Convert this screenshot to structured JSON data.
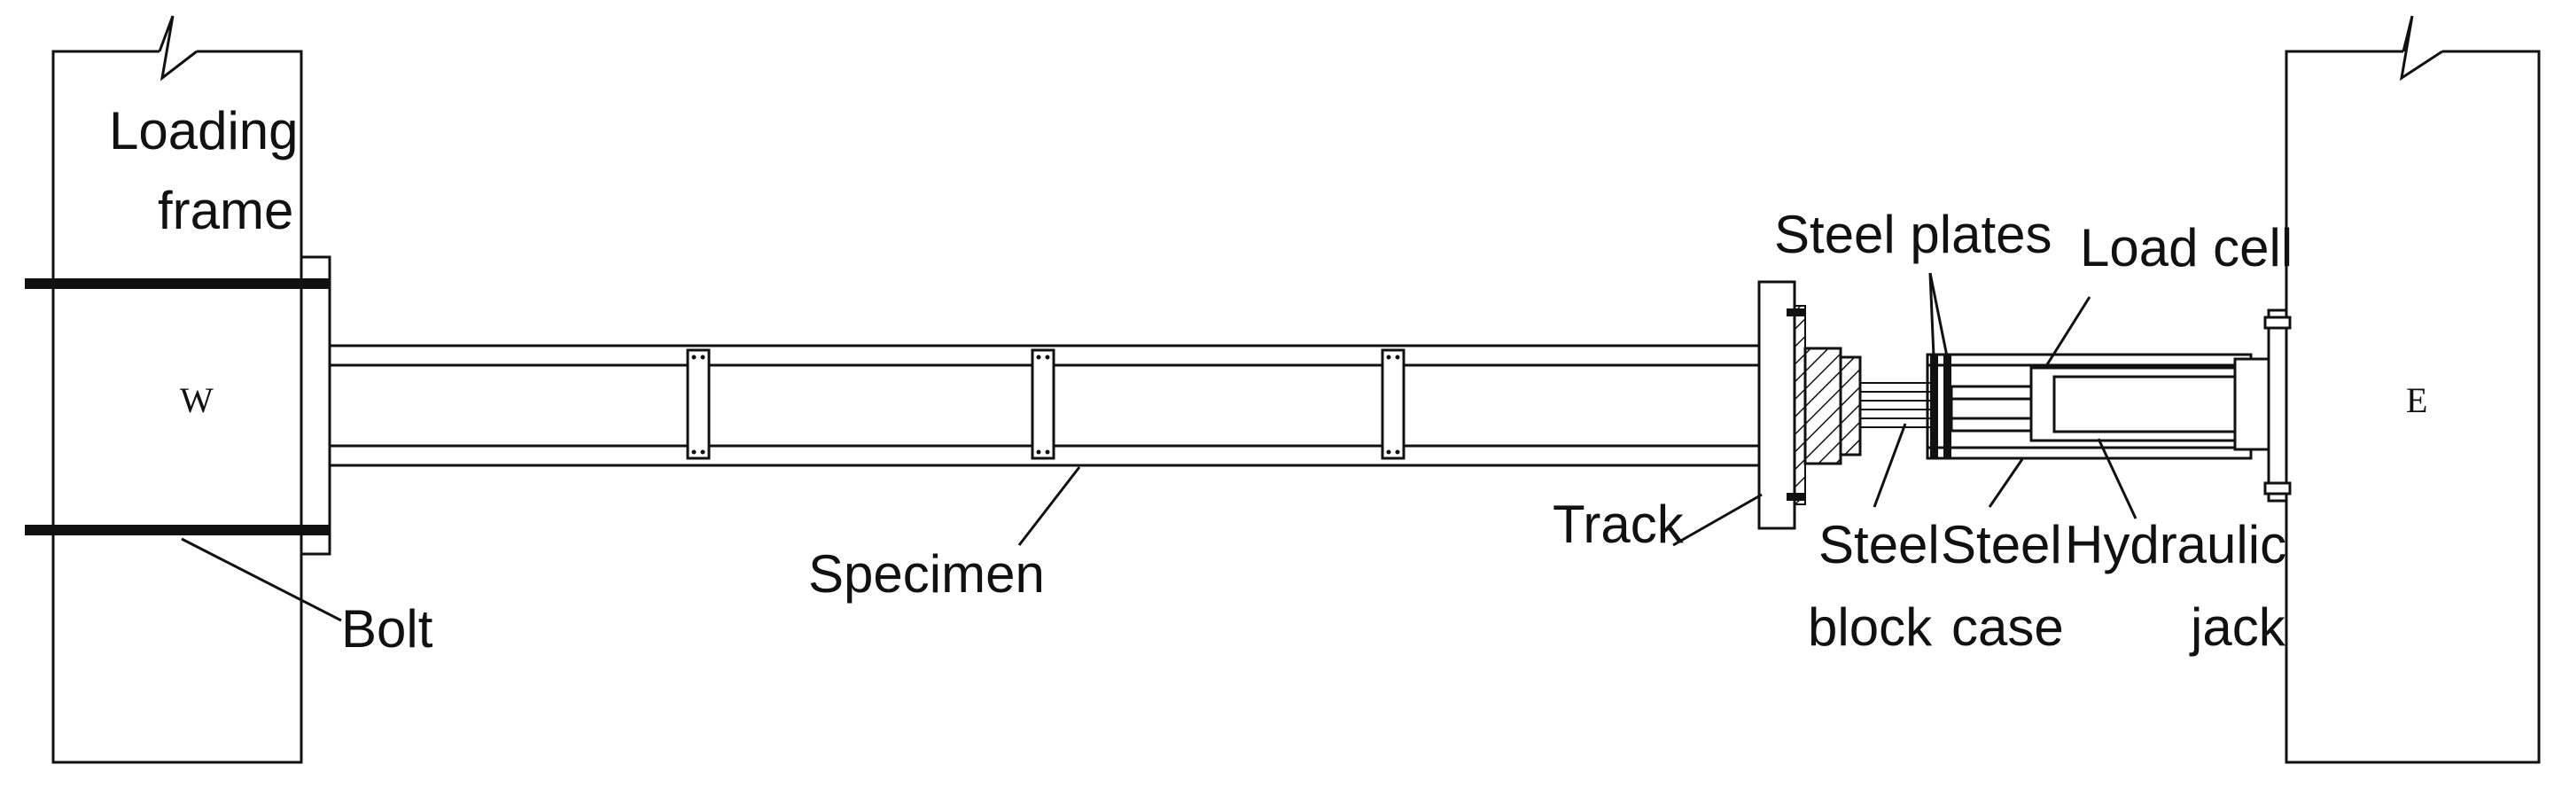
{
  "labels": {
    "loading_frame_line1": "Loading",
    "loading_frame_line2": "frame",
    "west": "W",
    "east": "E",
    "bolt": "Bolt",
    "specimen": "Specimen",
    "track": "Track",
    "steel_plates": "Steel plates",
    "load_cell": "Load cell",
    "steel_block_line1": "Steel",
    "steel_block_line2": "block",
    "steel_case_line1": "Steel",
    "steel_case_line2": "case",
    "hydraulic_jack_line1": "Hydraulic",
    "hydraulic_jack_line2": "jack"
  },
  "colors": {
    "line": "#111111",
    "background": "#ffffff"
  }
}
